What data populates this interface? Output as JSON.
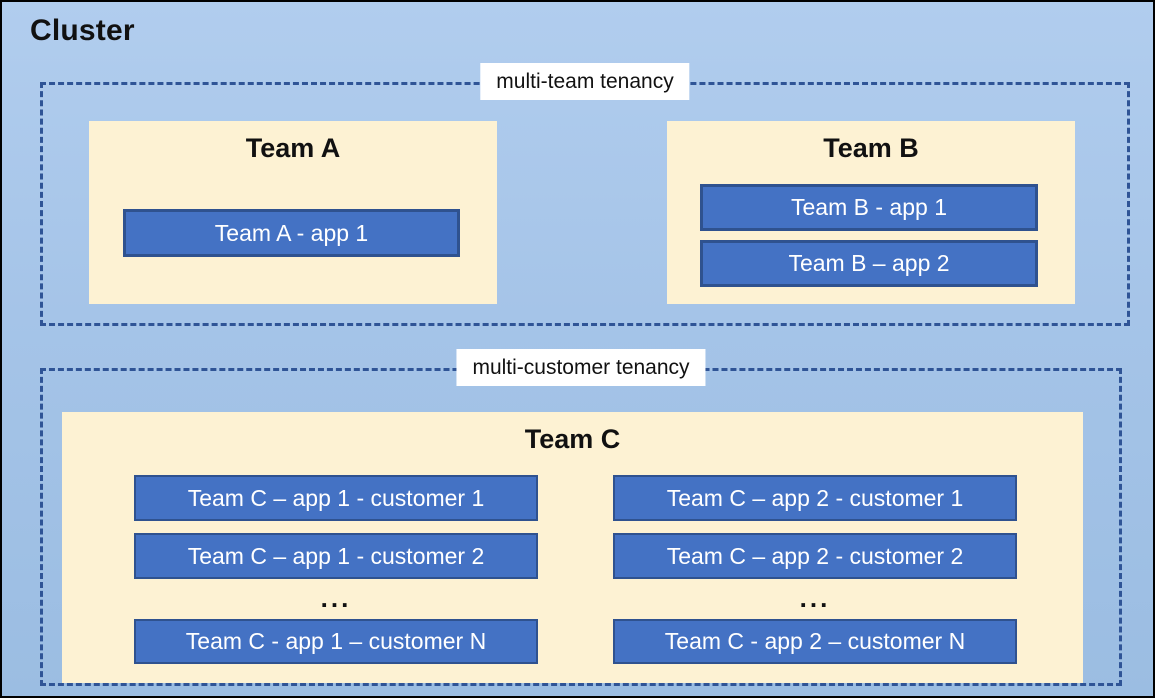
{
  "cluster": {
    "title": "Cluster"
  },
  "sections": {
    "multi_team": {
      "label": "multi-team tenancy",
      "team_a": {
        "title": "Team A",
        "apps": [
          "Team A - app 1"
        ]
      },
      "team_b": {
        "title": "Team B",
        "apps": [
          "Team B - app 1",
          "Team B – app 2"
        ]
      }
    },
    "multi_customer": {
      "label": "multi-customer tenancy",
      "team_c": {
        "title": "Team C",
        "column_1": {
          "apps": [
            "Team C – app 1 - customer 1",
            "Team C – app 1 - customer 2"
          ],
          "ellipsis": "...",
          "last_app": "Team C - app 1 – customer N"
        },
        "column_2": {
          "apps": [
            "Team C – app 2 - customer 1",
            "Team C – app 2 - customer 2"
          ],
          "ellipsis": "...",
          "last_app": "Team C - app 2 – customer N"
        }
      }
    }
  },
  "colors": {
    "background_top": "#b1cdee",
    "background_bottom": "#9bbde2",
    "team_panel_fill": "#fdf2d3",
    "app_fill": "#4472c4",
    "app_border": "#2f528f",
    "dashed_border": "#2f5496",
    "label_background": "#ffffff",
    "text_dark": "#111111",
    "text_light": "#ffffff",
    "outer_border": "#000000"
  }
}
